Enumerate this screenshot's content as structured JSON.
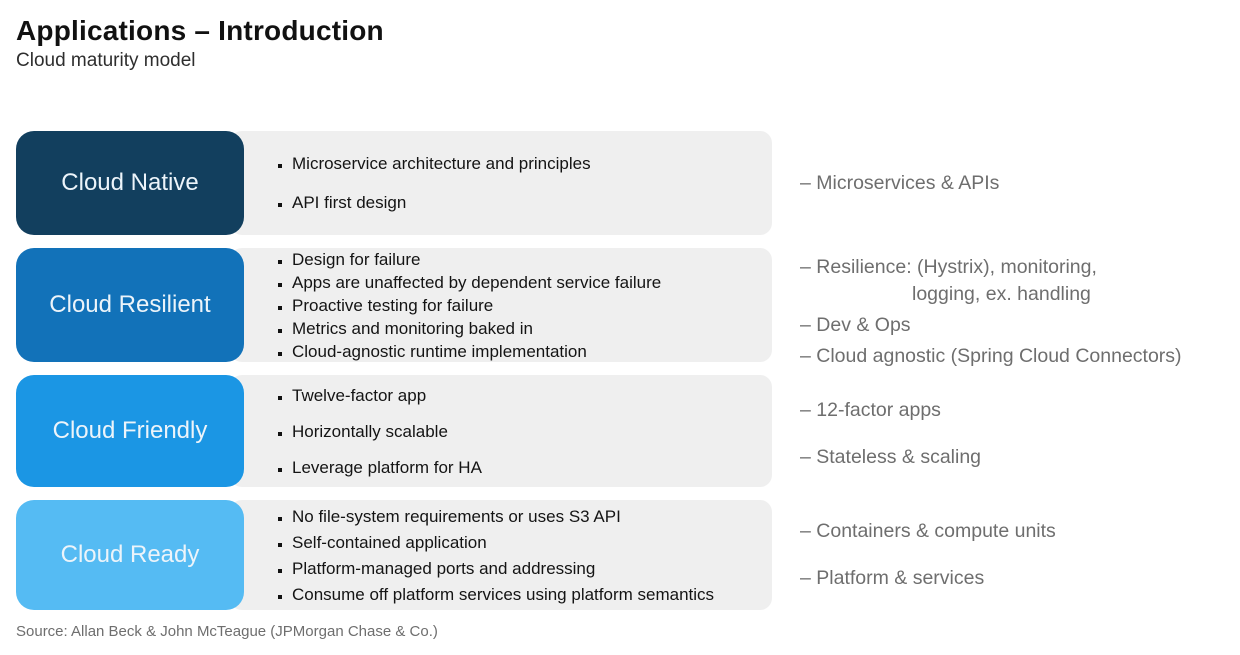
{
  "header": {
    "title": "Applications – Introduction",
    "subtitle": "Cloud maturity model"
  },
  "colors": {
    "panel_background": "#efefef",
    "annotation_text": "#6e6e6e",
    "bullet_text": "#141414"
  },
  "rows": [
    {
      "label": "Cloud Native",
      "box_color": "#123f5e",
      "bullets": [
        "Microservice architecture and principles",
        "API first design"
      ],
      "annotations": [
        "– Microservices & APIs"
      ]
    },
    {
      "label": "Cloud Resilient",
      "box_color": "#1272b9",
      "bullets": [
        "Design for failure",
        "Apps are unaffected by dependent service failure",
        "Proactive testing for failure",
        "Metrics and monitoring baked in",
        "Cloud-agnostic runtime implementation"
      ],
      "annotations": [
        "– Resilience: (Hystrix), monitoring,",
        "logging, ex. handling",
        "– Dev & Ops",
        "– Cloud agnostic (Spring Cloud Connectors)"
      ]
    },
    {
      "label": "Cloud Friendly",
      "box_color": "#1b96e4",
      "bullets": [
        "Twelve-factor app",
        "Horizontally scalable",
        "Leverage platform for HA"
      ],
      "annotations": [
        "– 12-factor apps",
        "– Stateless & scaling"
      ]
    },
    {
      "label": "Cloud Ready",
      "box_color": "#55bbf3",
      "bullets": [
        "No file-system requirements or uses S3 API",
        "Self-contained application",
        "Platform-managed ports and addressing",
        "Consume off platform services using platform semantics"
      ],
      "annotations": [
        "– Containers & compute units",
        "– Platform & services"
      ]
    }
  ],
  "footer": {
    "source": "Source: Allan Beck & John McTeague (JPMorgan Chase & Co.)"
  }
}
